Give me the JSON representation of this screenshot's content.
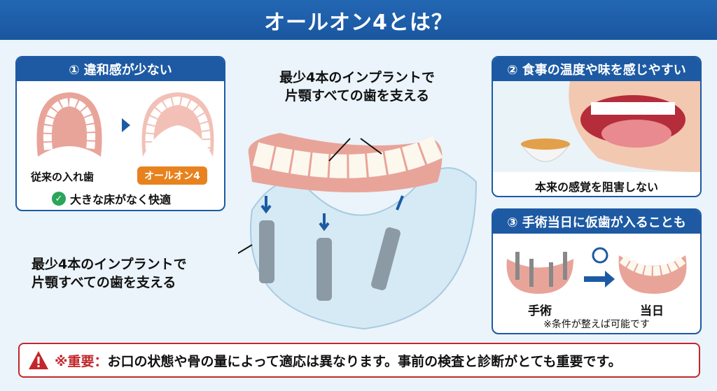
{
  "header": {
    "title": "オールオン4とは？"
  },
  "panel1": {
    "title": "① 違和感が少ない",
    "left_label": "従来の入れ歯",
    "right_badge": "オールオン4",
    "benefit": "大きな床がなく快適"
  },
  "panel2": {
    "title": "② 食事の温度や味を感じやすい",
    "caption": "本来の感覚を阻害しない"
  },
  "panel3": {
    "title": "③ 手術当日に仮歯が入ることも",
    "left_label": "手術",
    "right_label": "当日",
    "note": "※条件が整えば可能です"
  },
  "center": {
    "callout_top_line1": "最少4本のインプラントで",
    "callout_top_line2": "片顎すべての歯を支える",
    "callout_left_line1": "最少4本のインプラントで",
    "callout_left_line2": "片顎すべての歯を支える"
  },
  "warning": {
    "label": "※重要：",
    "text": "お口の状態や骨の量によって適応は異なります。事前の検査と診断がとても重要です。"
  },
  "colors": {
    "header": "#1d5aa3",
    "accent_orange": "#e8821e",
    "warning_red": "#c3272b",
    "gum": "#e9a49a",
    "background": "#eaf4fa"
  }
}
